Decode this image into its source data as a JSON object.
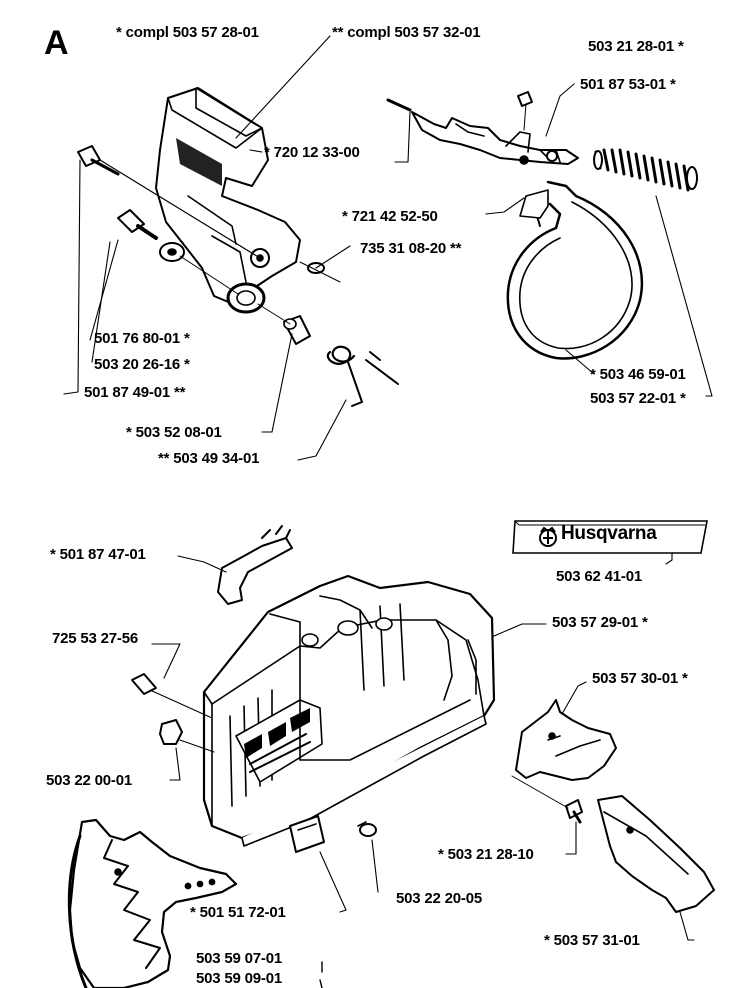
{
  "section_letter": "A",
  "brand": {
    "name": "Husqvarna",
    "logo_icon": "husqvarna-crown-logo-icon"
  },
  "parts": {
    "compl_1": "*  compl 503 57 28-01",
    "compl_2": "**  compl 503 57 32-01",
    "p_503_21_28_01": "503 21 28-01  *",
    "p_501_87_53_01": "501 87 53-01  *",
    "p_720_12_33_00": "*  720 12 33-00",
    "p_721_42_52_50": "*  721 42 52-50",
    "p_735_31_08_20": "735 31 08-20  **",
    "p_501_76_80_01": "501 76 80-01  *",
    "p_503_20_26_16": "503 20 26-16  *",
    "p_501_87_49_01": "501 87 49-01  **",
    "p_503_52_08_01": "*  503 52 08-01",
    "p_503_49_34_01": "**  503 49 34-01",
    "p_503_46_59_01": "*  503 46 59-01",
    "p_503_57_22_01": "503 57 22-01  *",
    "p_501_87_47_01": "*  501 87 47-01",
    "p_503_62_41_01": "503 62 41-01",
    "p_725_53_27_56": "725 53 27-56",
    "p_503_57_29_01": "503 57 29-01  *",
    "p_503_57_30_01": "503 57 30-01  *",
    "p_503_22_00_01": "503 22 00-01",
    "p_503_21_28_10": "*  503 21 28-10",
    "p_503_22_20_05": "503 22 20-05",
    "p_501_51_72_01": "*  501 51 72-01",
    "p_503_57_31_01": "*  503 57 31-01",
    "p_503_59_07_01": "503 59 07-01",
    "p_503_59_09_01": "503 59 09-01"
  }
}
